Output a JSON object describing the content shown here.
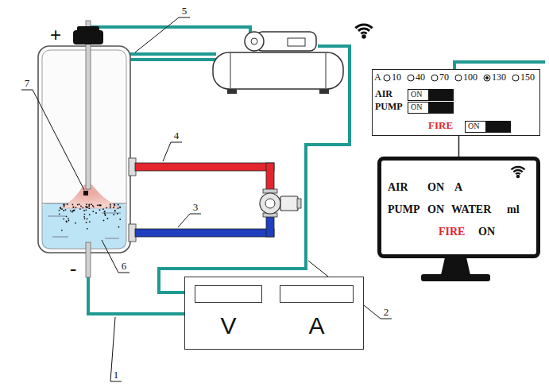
{
  "diagram": {
    "nodes": [
      {
        "text": [
          "A",
          "10",
          "40",
          "70",
          "100",
          "130",
          "150",
          "AIR",
          "PUMP",
          "FIRE"
        ]
      },
      {
        "text": [
          "ON"
        ],
        "in": 0
      },
      {
        "text": [
          "ON"
        ],
        "in": 0
      },
      {
        "text": [
          "ON"
        ],
        "in": 0
      },
      {
        "text": [
          "AIR",
          "ON",
          "A",
          "PUMP",
          "ON",
          "WATER",
          "ml",
          "FIRE",
          "ON"
        ]
      },
      {
        "text": [
          "V"
        ]
      },
      {
        "text": [
          "A"
        ]
      }
    ],
    "edges": [
      {
        "from": 0,
        "to": 4,
        "arrow": "none"
      }
    ],
    "labels": [
      "5",
      "+",
      "7",
      "4",
      "3",
      "6",
      "-",
      "2",
      "1"
    ]
  }
}
